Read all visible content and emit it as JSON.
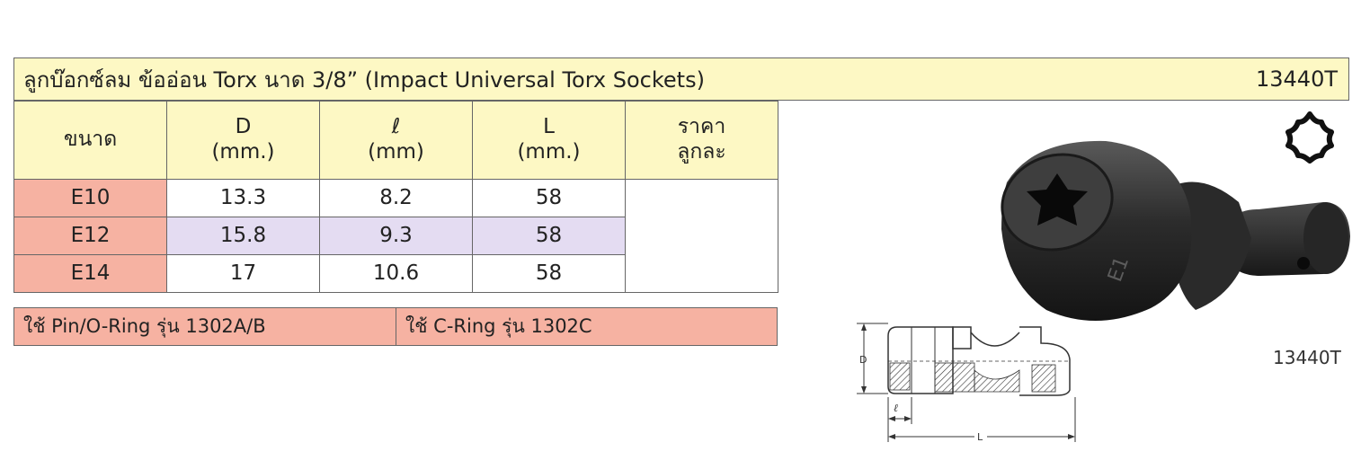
{
  "header": {
    "title": "ลูกบ๊อกซ์ลม ข้ออ่อน Torx นาด 3/8” (Impact Universal Torx Sockets)",
    "code": "13440T"
  },
  "table": {
    "headers": [
      {
        "line1": "ขนาด",
        "line2": ""
      },
      {
        "line1": "D",
        "line2": "(mm.)"
      },
      {
        "line1": "ℓ",
        "line2": "(mm)"
      },
      {
        "line1": "L",
        "line2": "(mm.)"
      },
      {
        "line1": "ราคา",
        "line2": "ลูกละ"
      }
    ],
    "rows": [
      {
        "size": "E10",
        "D": "13.3",
        "l": "8.2",
        "L": "58"
      },
      {
        "size": "E12",
        "D": "15.8",
        "l": "9.3",
        "L": "58"
      },
      {
        "size": "E14",
        "D": "17",
        "l": "10.6",
        "L": "58"
      }
    ]
  },
  "rings": {
    "pin": "ใช้ Pin/O-Ring รุ่น 1302A/B",
    "cring": "ใช้ C-Ring รุ่น 1302C"
  },
  "photo": {
    "code": "13440T"
  },
  "drawing": {
    "label_D": "D",
    "label_l": "ℓ",
    "label_L": "L"
  },
  "colors": {
    "header_bg": "#fdf8c4",
    "size_bg": "#f6b2a2",
    "row_shade": "#e4dcf2",
    "ring_bg": "#f6b2a2"
  }
}
